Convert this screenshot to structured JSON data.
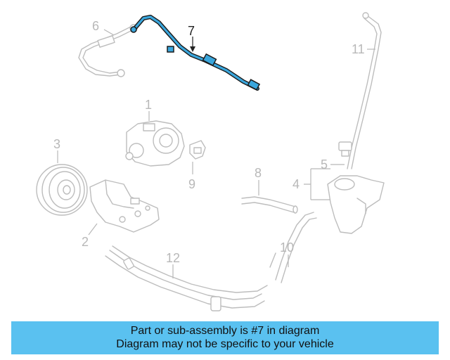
{
  "callouts": {
    "c1": "1",
    "c2": "2",
    "c3": "3",
    "c4": "4",
    "c5": "5",
    "c6": "6",
    "c7": "7",
    "c8": "8",
    "c9": "9",
    "c10": "10",
    "c11": "11",
    "c12": "12"
  },
  "highlighted_part": "7",
  "colors": {
    "highlight": "#3aa6dc",
    "banner": "#5ac1f0",
    "part_lines": "#bdbdbd"
  },
  "banner": {
    "line1": "Part or sub-assembly is #7 in diagram",
    "line2": "Diagram may not be specific to your vehicle"
  }
}
